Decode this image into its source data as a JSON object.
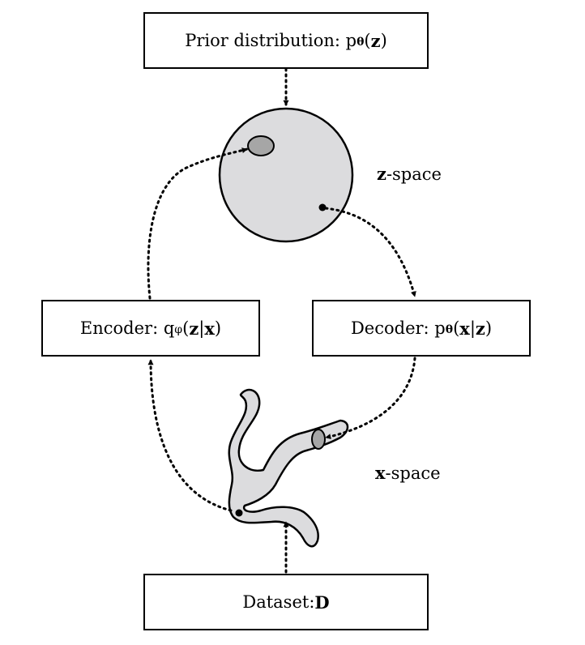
{
  "prior": {
    "label": "Prior distribution: p",
    "sub": "θ",
    "open": "(",
    "var": "z",
    "close": ")"
  },
  "encoder": {
    "label": "Encoder: q",
    "sub": "φ",
    "open": "(",
    "var1": "z",
    "bar": "|",
    "var2": "x",
    "close": ")"
  },
  "decoder": {
    "label": "Decoder: p",
    "sub": "θ",
    "open": "(",
    "var1": "x",
    "bar": "|",
    "var2": "z",
    "close": ")"
  },
  "dataset": {
    "label": "Dataset: ",
    "var": "D"
  },
  "z_space": {
    "bold": "z",
    "rest": "-space"
  },
  "x_space": {
    "bold": "x",
    "rest": "-space"
  },
  "colors": {
    "fill": "#dcdcde",
    "dark_fill": "#a6a6a6",
    "stroke": "#000000"
  }
}
